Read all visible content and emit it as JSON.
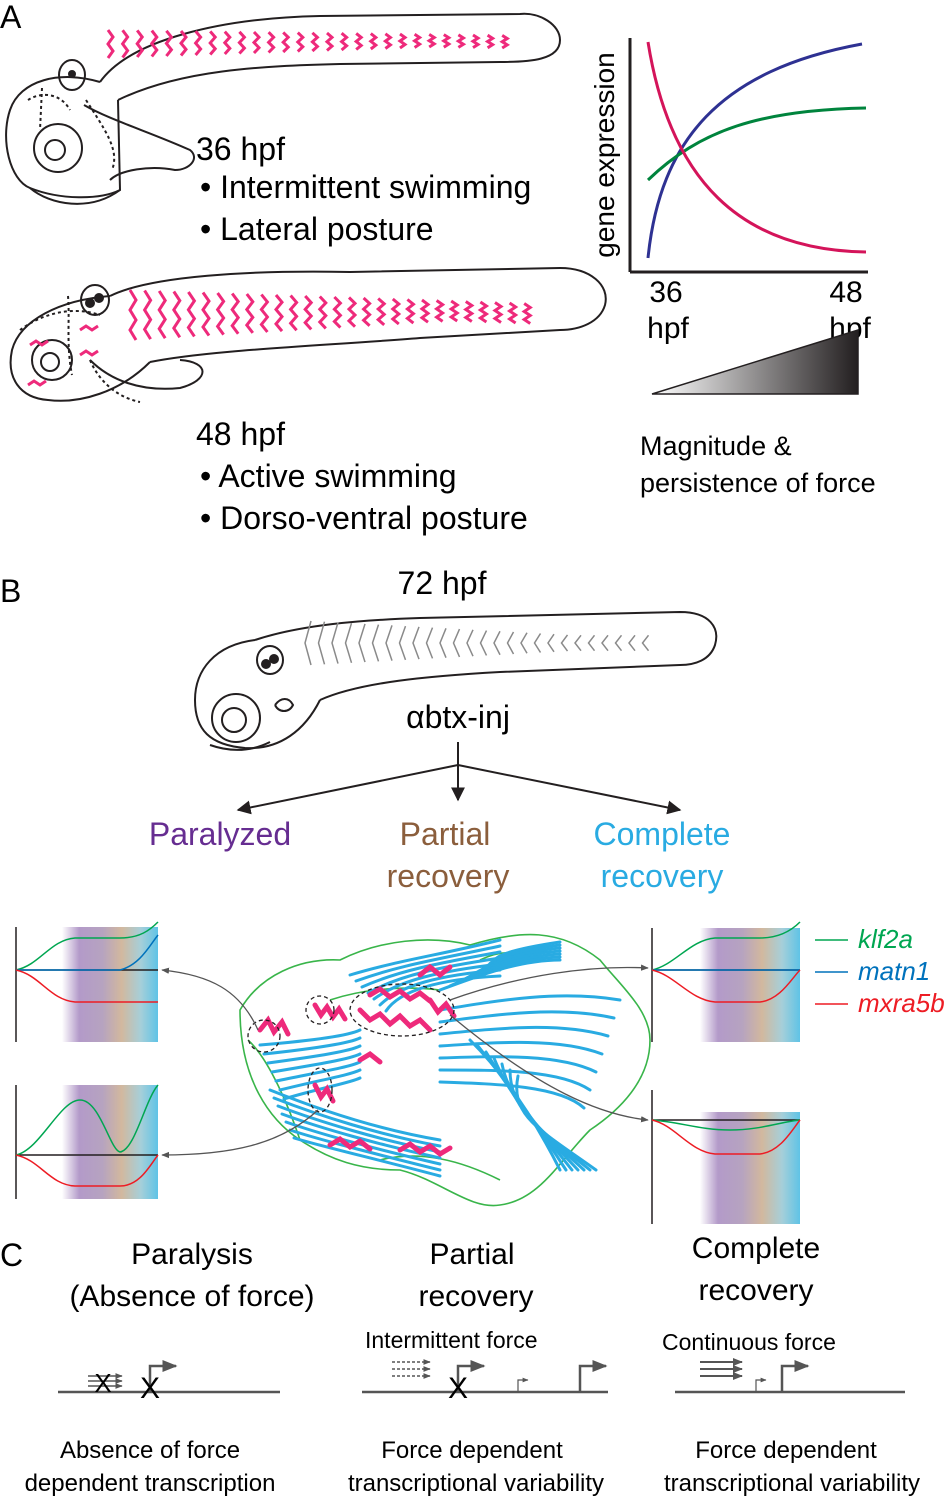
{
  "panel_a": {
    "letter": "A",
    "stage_36": {
      "title": "36 hpf",
      "bullets": [
        "Intermittent swimming",
        "Lateral posture"
      ]
    },
    "stage_48": {
      "title": "48 hpf",
      "bullets": [
        "Active swimming",
        "Dorso-ventral posture"
      ]
    },
    "graph": {
      "ylabel": "gene expression",
      "x_start": "36",
      "x_start_unit": "hpf",
      "x_end": "48",
      "x_end_unit": "hpf",
      "colors": {
        "blue": "#2e3192",
        "green": "#00843d",
        "magenta": "#d4145a"
      }
    },
    "force_scale": {
      "label_line1": "Magnitude &",
      "label_line2": "persistence of force"
    }
  },
  "panel_b": {
    "letter": "B",
    "stage": "72 hpf",
    "treatment": "αbtx-inj",
    "outcomes": [
      {
        "label": "Paralyzed",
        "color": "#662d91"
      },
      {
        "label_line1": "Partial",
        "label_line2": "recovery",
        "color": "#8b5e3c"
      },
      {
        "label_line1": "Complete",
        "label_line2": "recovery",
        "color": "#29abe2"
      }
    ],
    "legend": [
      {
        "name": "klf2a",
        "color": "#00a651"
      },
      {
        "name": "matn1",
        "color": "#0072bc"
      },
      {
        "name": "mxra5b",
        "color": "#ed1c24"
      }
    ]
  },
  "panel_c": {
    "letter": "C",
    "columns": [
      {
        "title_line1": "Paralysis",
        "title_line2": "(Absence of force)",
        "force_label": "",
        "caption_line1": "Absence of force",
        "caption_line2": "dependent transcription"
      },
      {
        "title_line1": "Partial",
        "title_line2": "recovery",
        "force_label": "Intermittent force",
        "caption_line1": "Force dependent",
        "caption_line2": "transcriptional variability"
      },
      {
        "title_line1": "Complete",
        "title_line2": "recovery",
        "force_label": "Continuous force",
        "caption_line1": "Force dependent",
        "caption_line2": "transcriptional variability"
      }
    ],
    "block_mark": "X"
  }
}
